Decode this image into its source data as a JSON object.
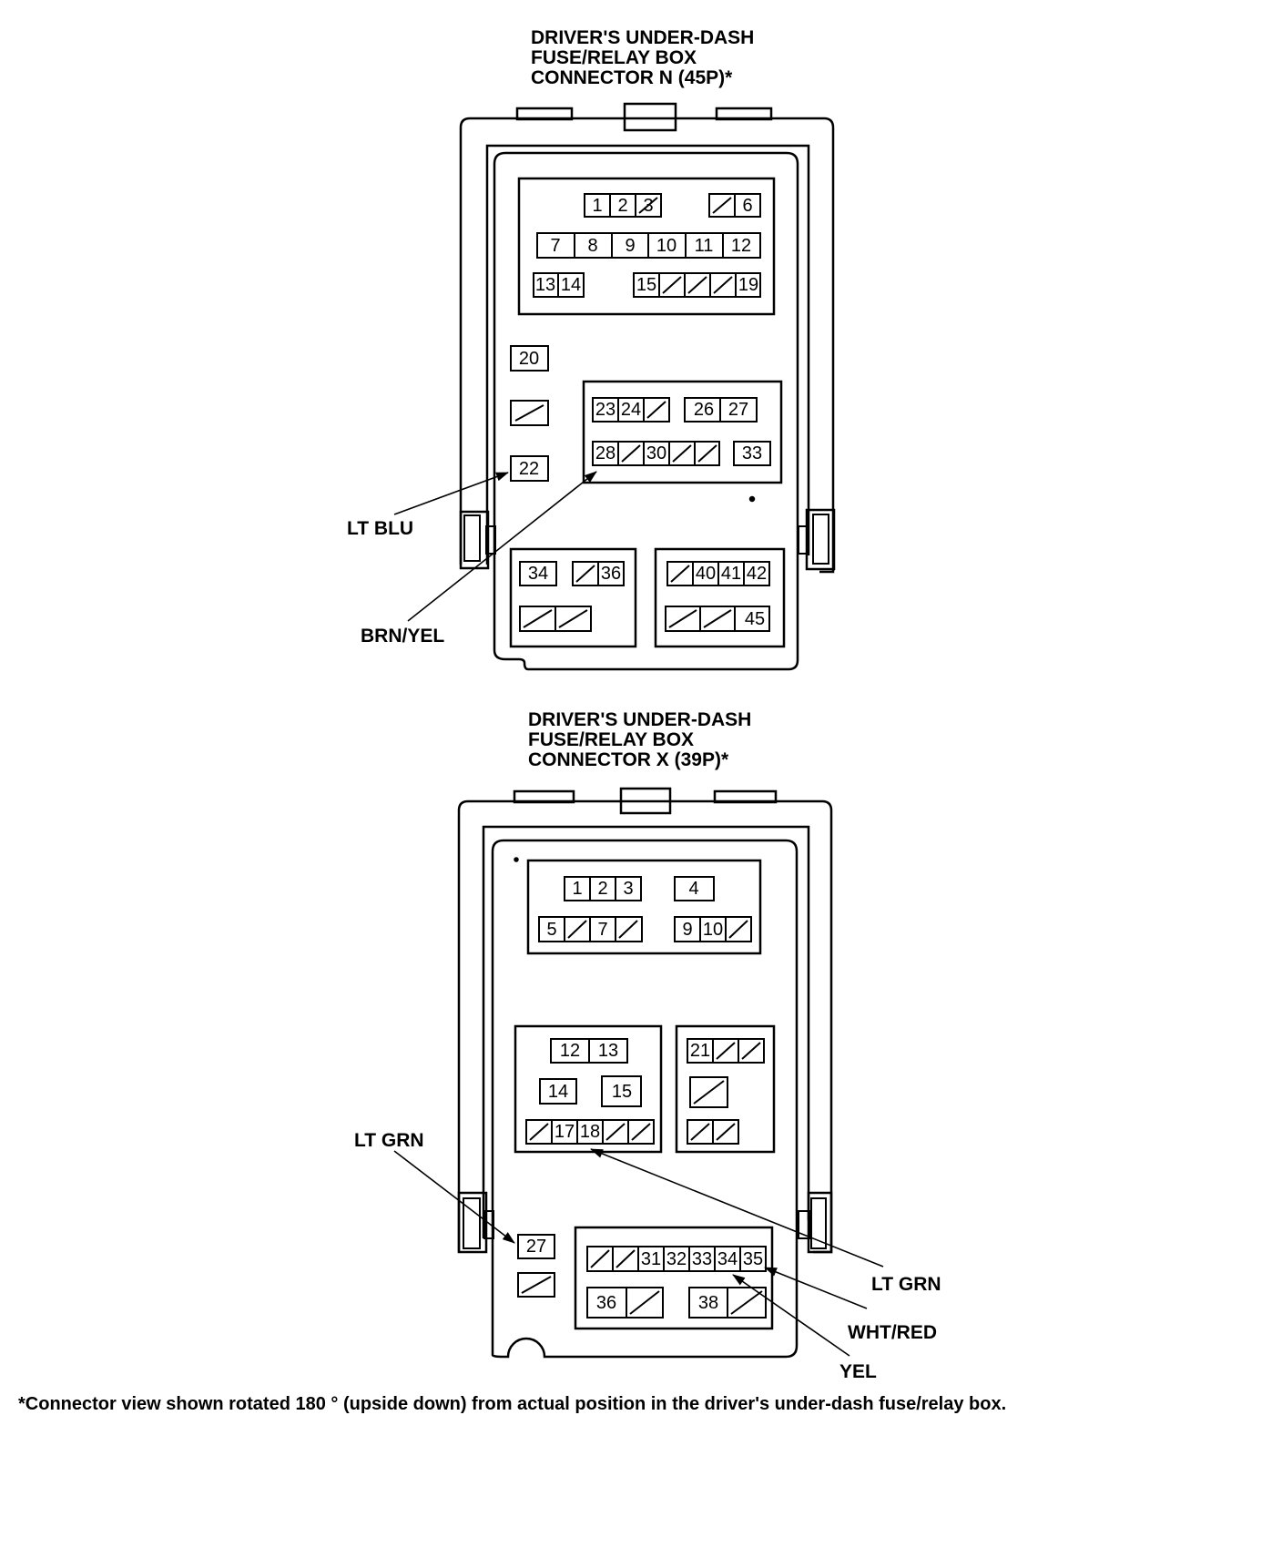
{
  "connector_n": {
    "title_lines": [
      "DRIVER'S UNDER-DASH",
      "FUSE/RELAY BOX",
      "CONNECTOR N (45P)*"
    ],
    "pins": [
      "1",
      "2",
      "3",
      "6",
      "7",
      "8",
      "9",
      "10",
      "11",
      "12",
      "13",
      "14",
      "15",
      "19",
      "20",
      "22",
      "23",
      "24",
      "26",
      "27",
      "28",
      "30",
      "33",
      "34",
      "36",
      "40",
      "41",
      "42",
      "45"
    ],
    "wires": [
      {
        "color": "LT BLU",
        "pin": "22"
      },
      {
        "color": "BRN/YEL",
        "pin": "28"
      }
    ]
  },
  "connector_x": {
    "title_lines": [
      "DRIVER'S UNDER-DASH",
      "FUSE/RELAY BOX",
      "CONNECTOR X (39P)*"
    ],
    "pins": [
      "1",
      "2",
      "3",
      "4",
      "5",
      "7",
      "9",
      "10",
      "12",
      "13",
      "14",
      "15",
      "17",
      "18",
      "21",
      "27",
      "31",
      "32",
      "33",
      "34",
      "35",
      "36",
      "38"
    ],
    "wires": [
      {
        "color": "LT GRN",
        "pin": "27"
      },
      {
        "color": "LT GRN",
        "pin": "18"
      },
      {
        "color": "WHT/RED",
        "pin": "35"
      },
      {
        "color": "YEL",
        "pin": "34"
      }
    ]
  },
  "footnote": "*Connector view shown rotated 180 ° (upside down) from actual position in the driver's under-dash fuse/relay box."
}
